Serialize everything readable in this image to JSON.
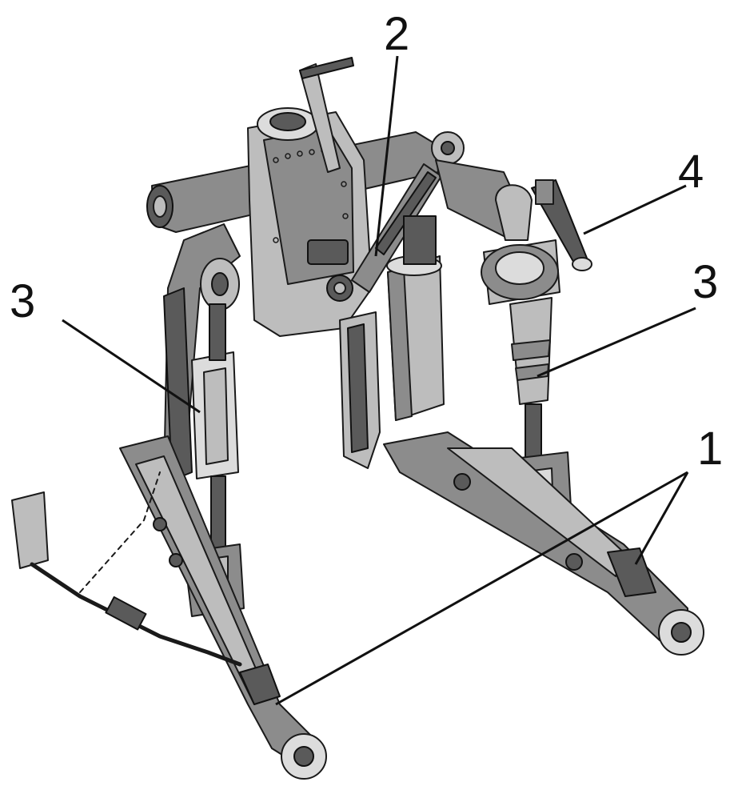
{
  "figure": {
    "callouts": [
      {
        "id": "lower-link",
        "label": "1"
      },
      {
        "id": "upper-link",
        "label": "2"
      },
      {
        "id": "lift-rod-left",
        "label": "3"
      },
      {
        "id": "lift-rod-right",
        "label": "3"
      },
      {
        "id": "top-lever",
        "label": "4"
      }
    ]
  },
  "colors": {
    "ink": "#1a1a1a",
    "metal_mid": "#8c8c8c",
    "metal_light": "#bdbdbd",
    "metal_dark": "#5a5a5a",
    "background": "#ffffff"
  }
}
